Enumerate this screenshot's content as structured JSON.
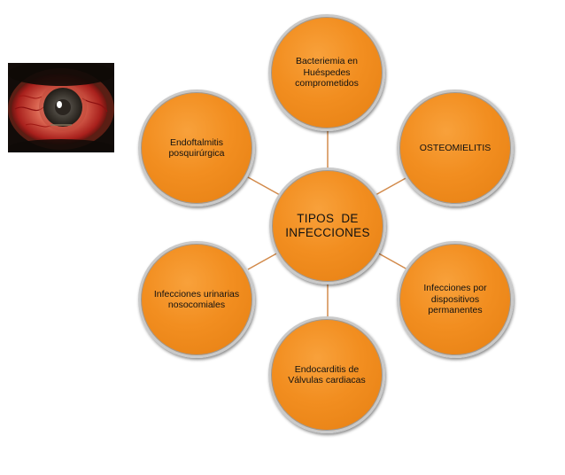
{
  "diagram": {
    "center": {
      "label": "TIPOS  DE INFECCIONES"
    },
    "nodes": [
      {
        "id": "bacteriemia",
        "label": "Bacteriemia en Huéspedes comprometidos"
      },
      {
        "id": "osteomielitis",
        "label": "OSTEOMIELITIS"
      },
      {
        "id": "dispositivos",
        "label": "Infecciones por dispositivos permanentes"
      },
      {
        "id": "endocarditis",
        "label": "Endocarditis de Válvulas cardiacas"
      },
      {
        "id": "urinarias",
        "label": "Infecciones urinarias nosocomiales"
      },
      {
        "id": "endoftalmitis",
        "label": "Endoftalmitis posquirúrgica"
      }
    ],
    "colors": {
      "node_fill": "#f28e20",
      "node_border": "#c9c9c9",
      "connector": "#d28a4a"
    }
  },
  "photo": {
    "icon": "eye-photo"
  }
}
